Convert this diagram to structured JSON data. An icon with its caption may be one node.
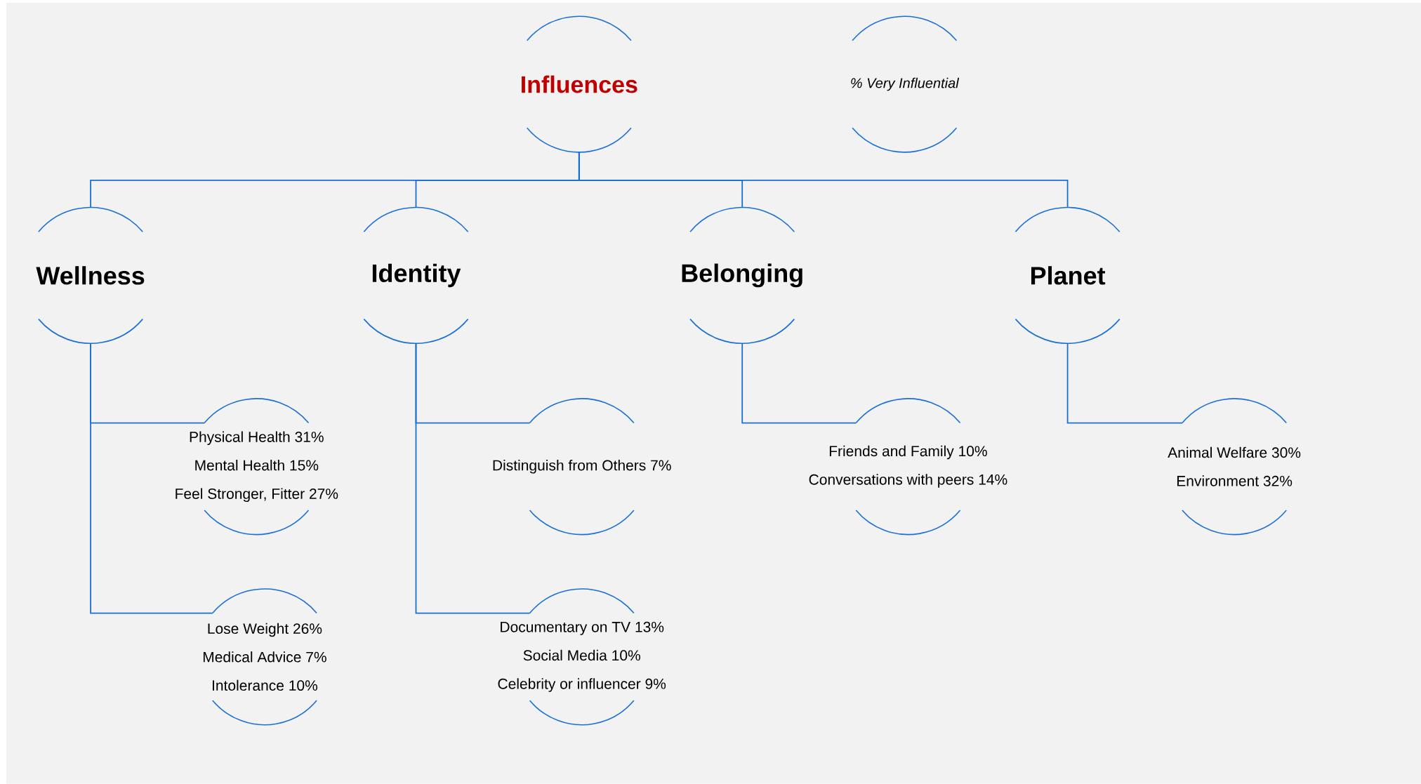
{
  "diagram": {
    "nodes": [
      {
        "text": [
          "Influences"
        ]
      },
      {
        "text": [
          "% Very Influential"
        ]
      },
      {
        "text": [
          "Wellness"
        ]
      },
      {
        "text": [
          "Identity"
        ]
      },
      {
        "text": [
          "Belonging"
        ]
      },
      {
        "text": [
          "Planet"
        ]
      },
      {
        "text": [
          "Physical Health 31%",
          "Mental Health 15%",
          "Feel Stronger, Fitter 27%"
        ]
      },
      {
        "text": [
          "Lose Weight 26%",
          "Medical Advice 7%",
          "Intolerance 10%"
        ]
      },
      {
        "text": [
          "Distinguish from Others 7%"
        ]
      },
      {
        "text": [
          "Documentary on TV 13%",
          "Social Media 10%",
          "Celebrity or influencer 9%"
        ]
      },
      {
        "text": [
          "Friends and Family 10%",
          "Conversations with peers 14%"
        ]
      },
      {
        "text": [
          "Animal Welfare 30%",
          "Environment 32%"
        ]
      }
    ],
    "edges": [
      {
        "from": 0,
        "to": 2,
        "arrow": "none"
      },
      {
        "from": 0,
        "to": 3,
        "arrow": "none"
      },
      {
        "from": 0,
        "to": 4,
        "arrow": "none"
      },
      {
        "from": 0,
        "to": 5,
        "arrow": "none"
      },
      {
        "from": 2,
        "to": 6,
        "arrow": "none"
      },
      {
        "from": 2,
        "to": 7,
        "arrow": "none"
      },
      {
        "from": 3,
        "to": 8,
        "arrow": "none"
      },
      {
        "from": 3,
        "to": 9,
        "arrow": "none"
      },
      {
        "from": 4,
        "to": 10,
        "arrow": "none"
      },
      {
        "from": 5,
        "to": 11,
        "arrow": "none"
      }
    ]
  }
}
